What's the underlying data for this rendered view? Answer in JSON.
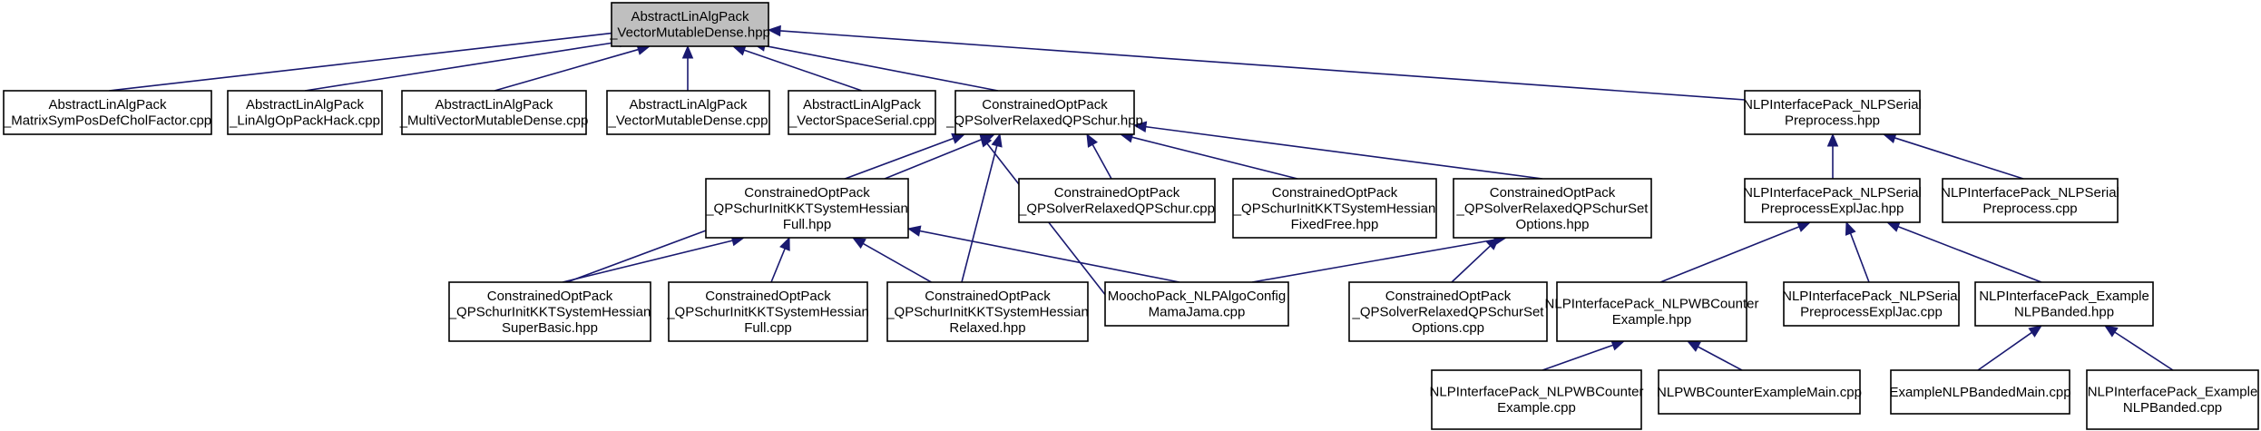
{
  "graph": {
    "edge_color": "#191970",
    "root_fill": "#bfbfbf",
    "nodes": [
      {
        "id": "root",
        "lines": [
          "AbstractLinAlgPack",
          "_VectorMutableDense.hpp"
        ],
        "highlighted": true
      },
      {
        "id": "n1",
        "lines": [
          "AbstractLinAlgPack",
          "_MatrixSymPosDefCholFactor.cpp"
        ]
      },
      {
        "id": "n2",
        "lines": [
          "AbstractLinAlgPack",
          "_LinAlgOpPackHack.cpp"
        ]
      },
      {
        "id": "n3",
        "lines": [
          "AbstractLinAlgPack",
          "_MultiVectorMutableDense.cpp"
        ]
      },
      {
        "id": "n4",
        "lines": [
          "AbstractLinAlgPack",
          "_VectorMutableDense.cpp"
        ]
      },
      {
        "id": "n5",
        "lines": [
          "AbstractLinAlgPack",
          "_VectorSpaceSerial.cpp"
        ]
      },
      {
        "id": "n6",
        "lines": [
          "ConstrainedOptPack",
          "_QPSolverRelaxedQPSchur.hpp"
        ]
      },
      {
        "id": "n7",
        "lines": [
          "NLPInterfacePack_NLPSerial",
          "Preprocess.hpp"
        ]
      },
      {
        "id": "n8",
        "lines": [
          "ConstrainedOptPack",
          "_QPSchurInitKKTSystemHessian",
          "Full.hpp"
        ]
      },
      {
        "id": "n9",
        "lines": [
          "ConstrainedOptPack",
          "_QPSolverRelaxedQPSchur.cpp"
        ]
      },
      {
        "id": "n10",
        "lines": [
          "ConstrainedOptPack",
          "_QPSchurInitKKTSystemHessian",
          "FixedFree.hpp"
        ]
      },
      {
        "id": "n11",
        "lines": [
          "ConstrainedOptPack",
          "_QPSolverRelaxedQPSchurSet",
          "Options.hpp"
        ]
      },
      {
        "id": "n12",
        "lines": [
          "ConstrainedOptPack",
          "_QPSchurInitKKTSystemHessian",
          "SuperBasic.hpp"
        ]
      },
      {
        "id": "n13",
        "lines": [
          "ConstrainedOptPack",
          "_QPSchurInitKKTSystemHessian",
          "Full.cpp"
        ]
      },
      {
        "id": "n14",
        "lines": [
          "ConstrainedOptPack",
          "_QPSchurInitKKTSystemHessian",
          "Relaxed.hpp"
        ]
      },
      {
        "id": "n15",
        "lines": [
          "MoochoPack_NLPAlgoConfig",
          "MamaJama.cpp"
        ]
      },
      {
        "id": "n16",
        "lines": [
          "ConstrainedOptPack",
          "_QPSolverRelaxedQPSchurSet",
          "Options.cpp"
        ]
      },
      {
        "id": "n17",
        "lines": [
          "NLPInterfacePack_NLPSerial",
          "PreprocessExplJac.hpp"
        ]
      },
      {
        "id": "n18",
        "lines": [
          "NLPInterfacePack_NLPSerial",
          "Preprocess.cpp"
        ]
      },
      {
        "id": "n19",
        "lines": [
          "NLPInterfacePack_NLPWBCounter",
          "Example.hpp"
        ]
      },
      {
        "id": "n20",
        "lines": [
          "NLPInterfacePack_NLPSerial",
          "PreprocessExplJac.cpp"
        ]
      },
      {
        "id": "n21",
        "lines": [
          "NLPInterfacePack_Example",
          "NLPBanded.hpp"
        ]
      },
      {
        "id": "n22",
        "lines": [
          "NLPInterfacePack_NLPWBCounter",
          "Example.cpp"
        ]
      },
      {
        "id": "n23",
        "lines": [
          "NLPWBCounterExampleMain.cpp"
        ]
      },
      {
        "id": "n24",
        "lines": [
          "ExampleNLPBandedMain.cpp"
        ]
      },
      {
        "id": "n25",
        "lines": [
          "NLPInterfacePack_Example",
          "NLPBanded.cpp"
        ]
      }
    ],
    "edges": [
      {
        "from": "n1",
        "to": "root"
      },
      {
        "from": "n2",
        "to": "root"
      },
      {
        "from": "n3",
        "to": "root"
      },
      {
        "from": "n4",
        "to": "root"
      },
      {
        "from": "n5",
        "to": "root"
      },
      {
        "from": "n6",
        "to": "root"
      },
      {
        "from": "n7",
        "to": "root"
      },
      {
        "from": "n8",
        "to": "n6"
      },
      {
        "from": "n9",
        "to": "n6"
      },
      {
        "from": "n10",
        "to": "n6"
      },
      {
        "from": "n11",
        "to": "n6"
      },
      {
        "from": "n12",
        "to": "n6"
      },
      {
        "from": "n14",
        "to": "n6"
      },
      {
        "from": "n15",
        "to": "n6"
      },
      {
        "from": "n12",
        "to": "n8"
      },
      {
        "from": "n13",
        "to": "n8"
      },
      {
        "from": "n14",
        "to": "n8"
      },
      {
        "from": "n15",
        "to": "n8"
      },
      {
        "from": "n15",
        "to": "n11"
      },
      {
        "from": "n16",
        "to": "n11"
      },
      {
        "from": "n17",
        "to": "n7"
      },
      {
        "from": "n18",
        "to": "n7"
      },
      {
        "from": "n19",
        "to": "n17"
      },
      {
        "from": "n20",
        "to": "n17"
      },
      {
        "from": "n21",
        "to": "n17"
      },
      {
        "from": "n22",
        "to": "n19"
      },
      {
        "from": "n23",
        "to": "n19"
      },
      {
        "from": "n24",
        "to": "n21"
      },
      {
        "from": "n25",
        "to": "n21"
      }
    ]
  }
}
